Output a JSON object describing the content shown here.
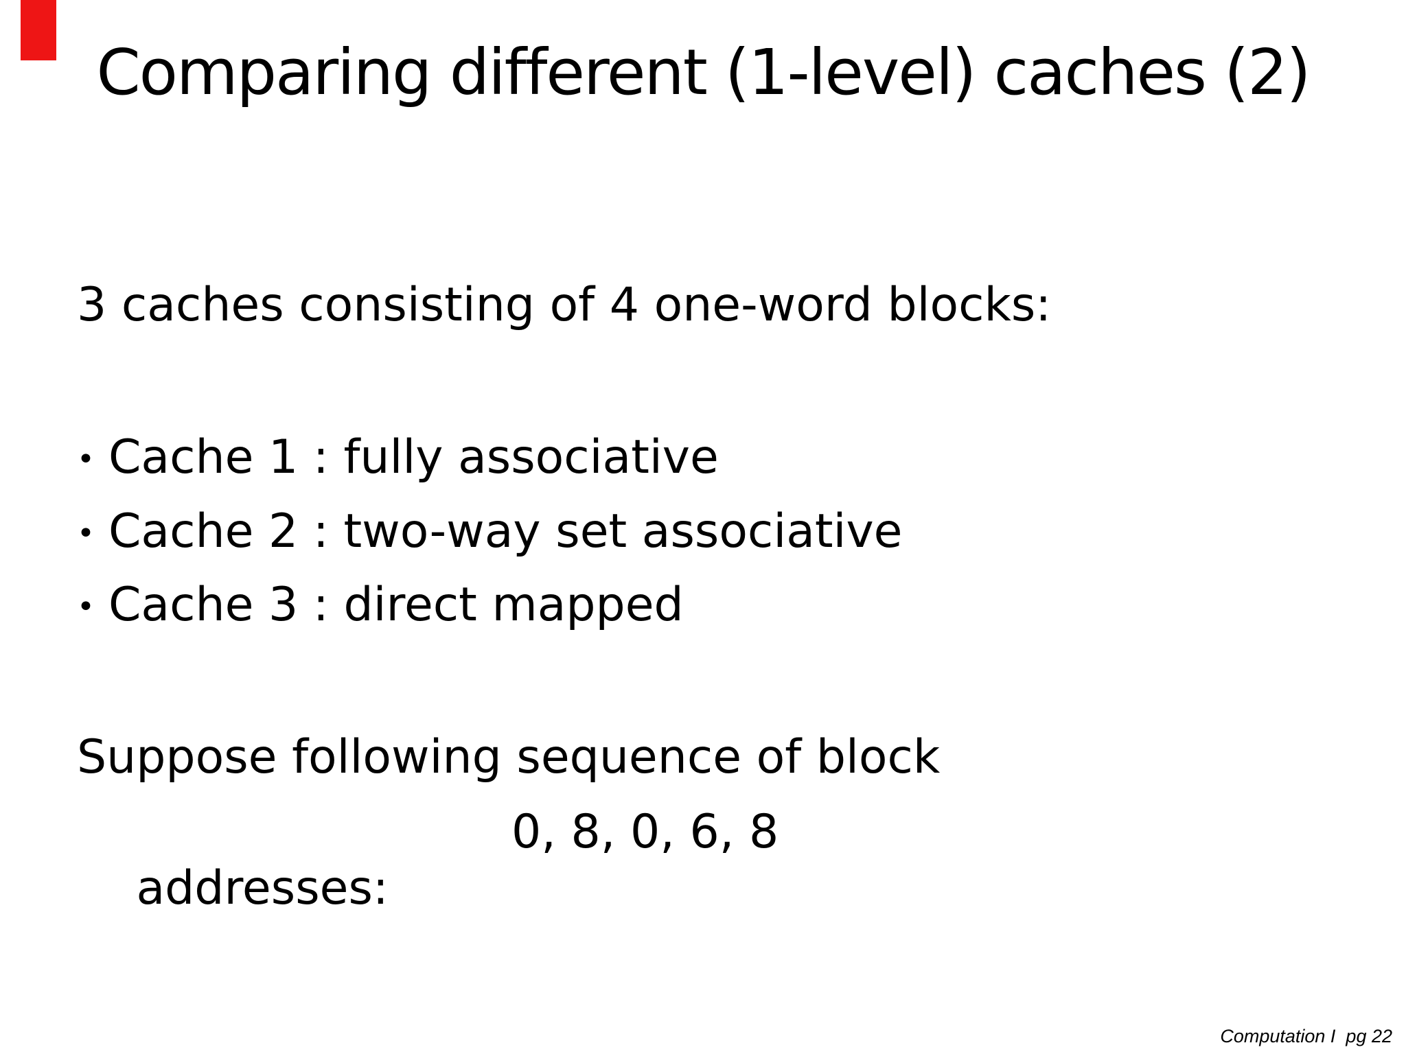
{
  "slide": {
    "accent_red": "#ee1515",
    "title": "Comparing different (1-level) caches (2)",
    "intro": "3 caches consisting of 4 one-word blocks:",
    "bullet_glyph": "•",
    "bullets": [
      {
        "text": "Cache 1 : fully associative"
      },
      {
        "text": "Cache 2 : two-way set associative"
      },
      {
        "text": "Cache 3 : direct mapped"
      }
    ],
    "suppose": {
      "line1": "Suppose following sequence of block",
      "label": "addresses:",
      "sequence": "0, 8, 0, 6, 8"
    },
    "footer": "Computation I  pg 22"
  }
}
